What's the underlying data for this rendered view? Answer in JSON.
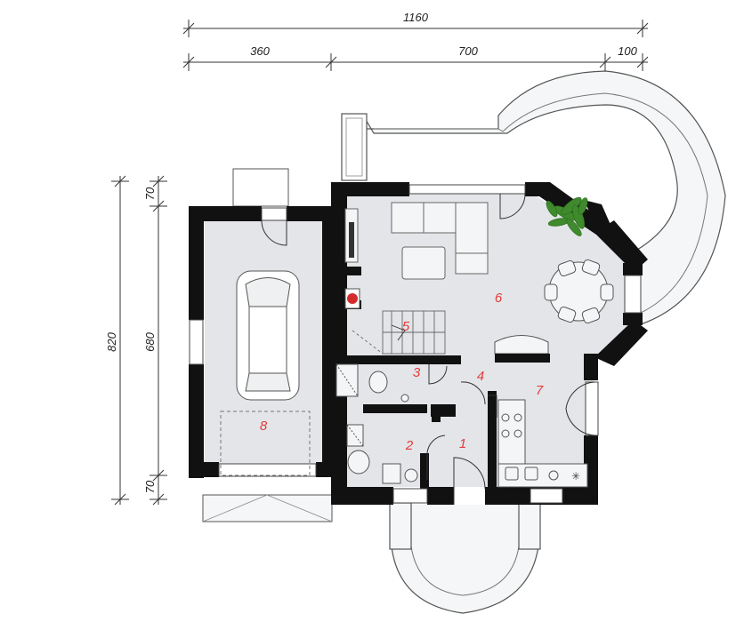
{
  "dimensions": {
    "total_width": "1160",
    "left_width": "360",
    "middle_width": "700",
    "right_width": "100",
    "total_height": "820",
    "inner_height": "680",
    "top_wall": "70",
    "bottom_wall": "70"
  },
  "rooms": {
    "r1": "1",
    "r2": "2",
    "r3": "3",
    "r4": "4",
    "r5": "5",
    "r6": "6",
    "r7": "7",
    "r8": "8"
  },
  "colors": {
    "wall": "#111111",
    "floor": "#e3e5e8",
    "terrace": "#f4f6f7",
    "line": "#555555",
    "room_number": "#e23a3a"
  }
}
